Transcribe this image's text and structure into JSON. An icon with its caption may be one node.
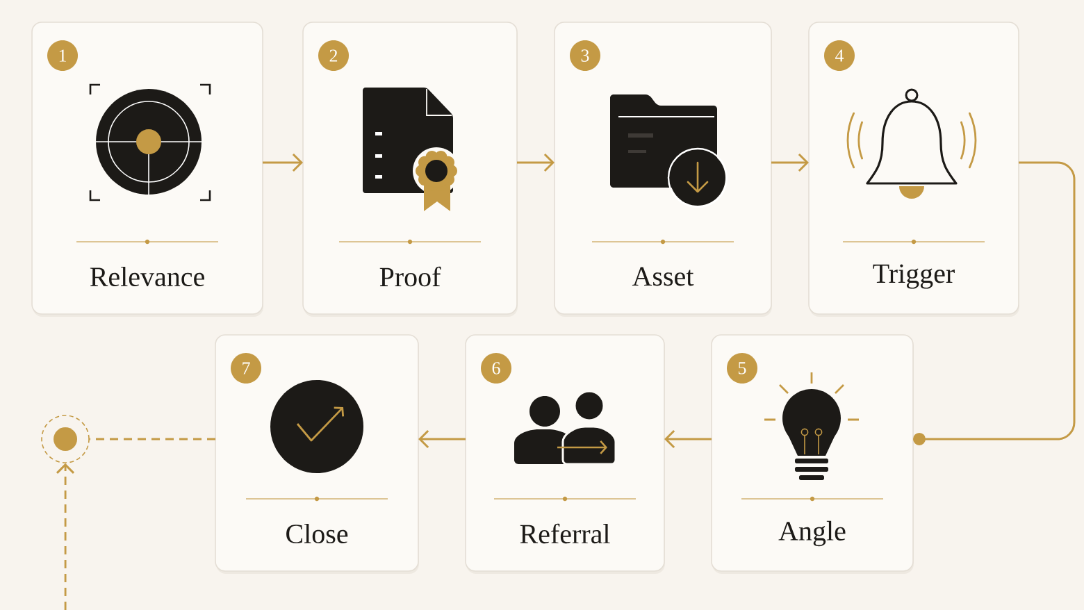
{
  "diagram": {
    "nodes": [
      {
        "text": [
          "1",
          "Relevance"
        ]
      },
      {
        "text": [
          "2",
          "Proof"
        ]
      },
      {
        "text": [
          "3",
          "Asset"
        ]
      },
      {
        "text": [
          "4",
          "Trigger"
        ]
      },
      {
        "text": [
          "5",
          "Angle"
        ]
      },
      {
        "text": [
          "6",
          "Referral"
        ]
      },
      {
        "text": [
          "7",
          "Close"
        ]
      },
      {
        "text": [],
        "shape": "circle"
      }
    ],
    "edges": [
      {
        "from": 0,
        "to": 1,
        "arrow": "to"
      },
      {
        "from": 1,
        "to": 2,
        "arrow": "to"
      },
      {
        "from": 2,
        "to": 3,
        "arrow": "to"
      },
      {
        "from": 3,
        "to": 4,
        "arrow": "other"
      },
      {
        "from": 4,
        "to": 5,
        "arrow": "to"
      },
      {
        "from": 5,
        "to": 6,
        "arrow": "to"
      },
      {
        "from": 6,
        "to": 7,
        "arrow": "none",
        "style": "dashed"
      },
      {
        "from": null,
        "to": 7,
        "arrow": "to",
        "style": "dashed"
      }
    ]
  }
}
